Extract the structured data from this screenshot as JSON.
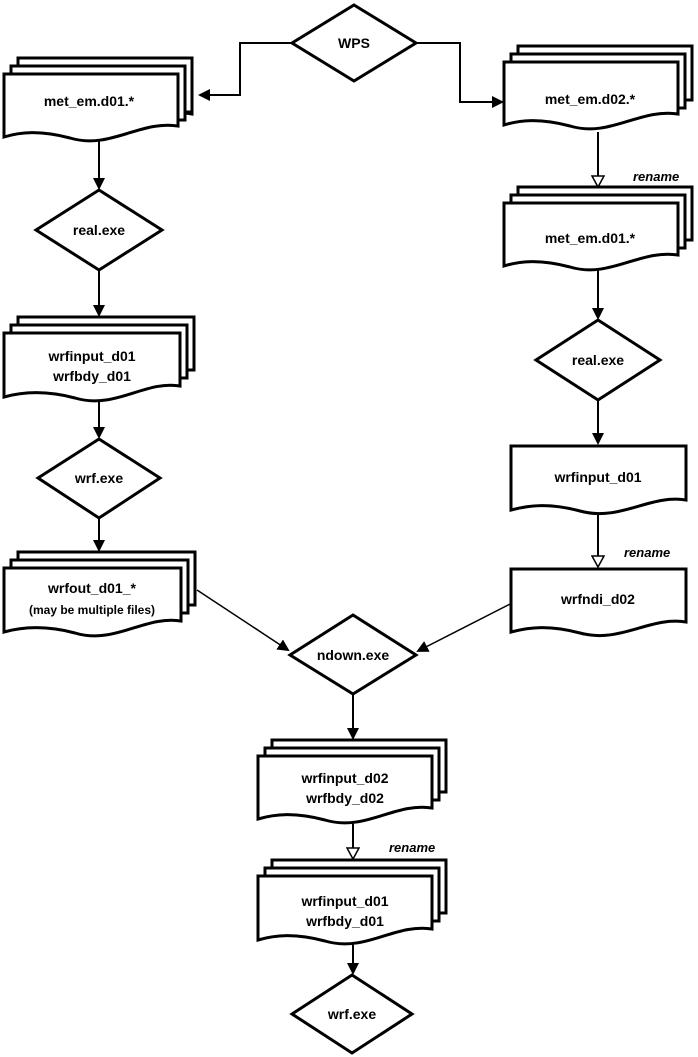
{
  "nodes": {
    "wps": "WPS",
    "left_met": "met_em.d01.*",
    "left_real": "real.exe",
    "left_input_1": "wrfinput_d01",
    "left_input_2": "wrfbdy_d01",
    "left_wrf": "wrf.exe",
    "left_out_1": "wrfout_d01_*",
    "left_out_2": "(may be multiple files)",
    "right_met_d02": "met_em.d02.*",
    "right_met_d01": "met_em.d01.*",
    "right_real": "real.exe",
    "right_input": "wrfinput_d01",
    "right_ndi": "wrfndi_d02",
    "ndown": "ndown.exe",
    "mid_input_1": "wrfinput_d02",
    "mid_input_2": "wrfbdy_d02",
    "final_input_1": "wrfinput_d01",
    "final_input_2": "wrfbdy_d01",
    "final_wrf": "wrf.exe"
  },
  "rename_labels": {
    "right_1": "rename",
    "right_2": "rename",
    "bottom": "rename"
  }
}
